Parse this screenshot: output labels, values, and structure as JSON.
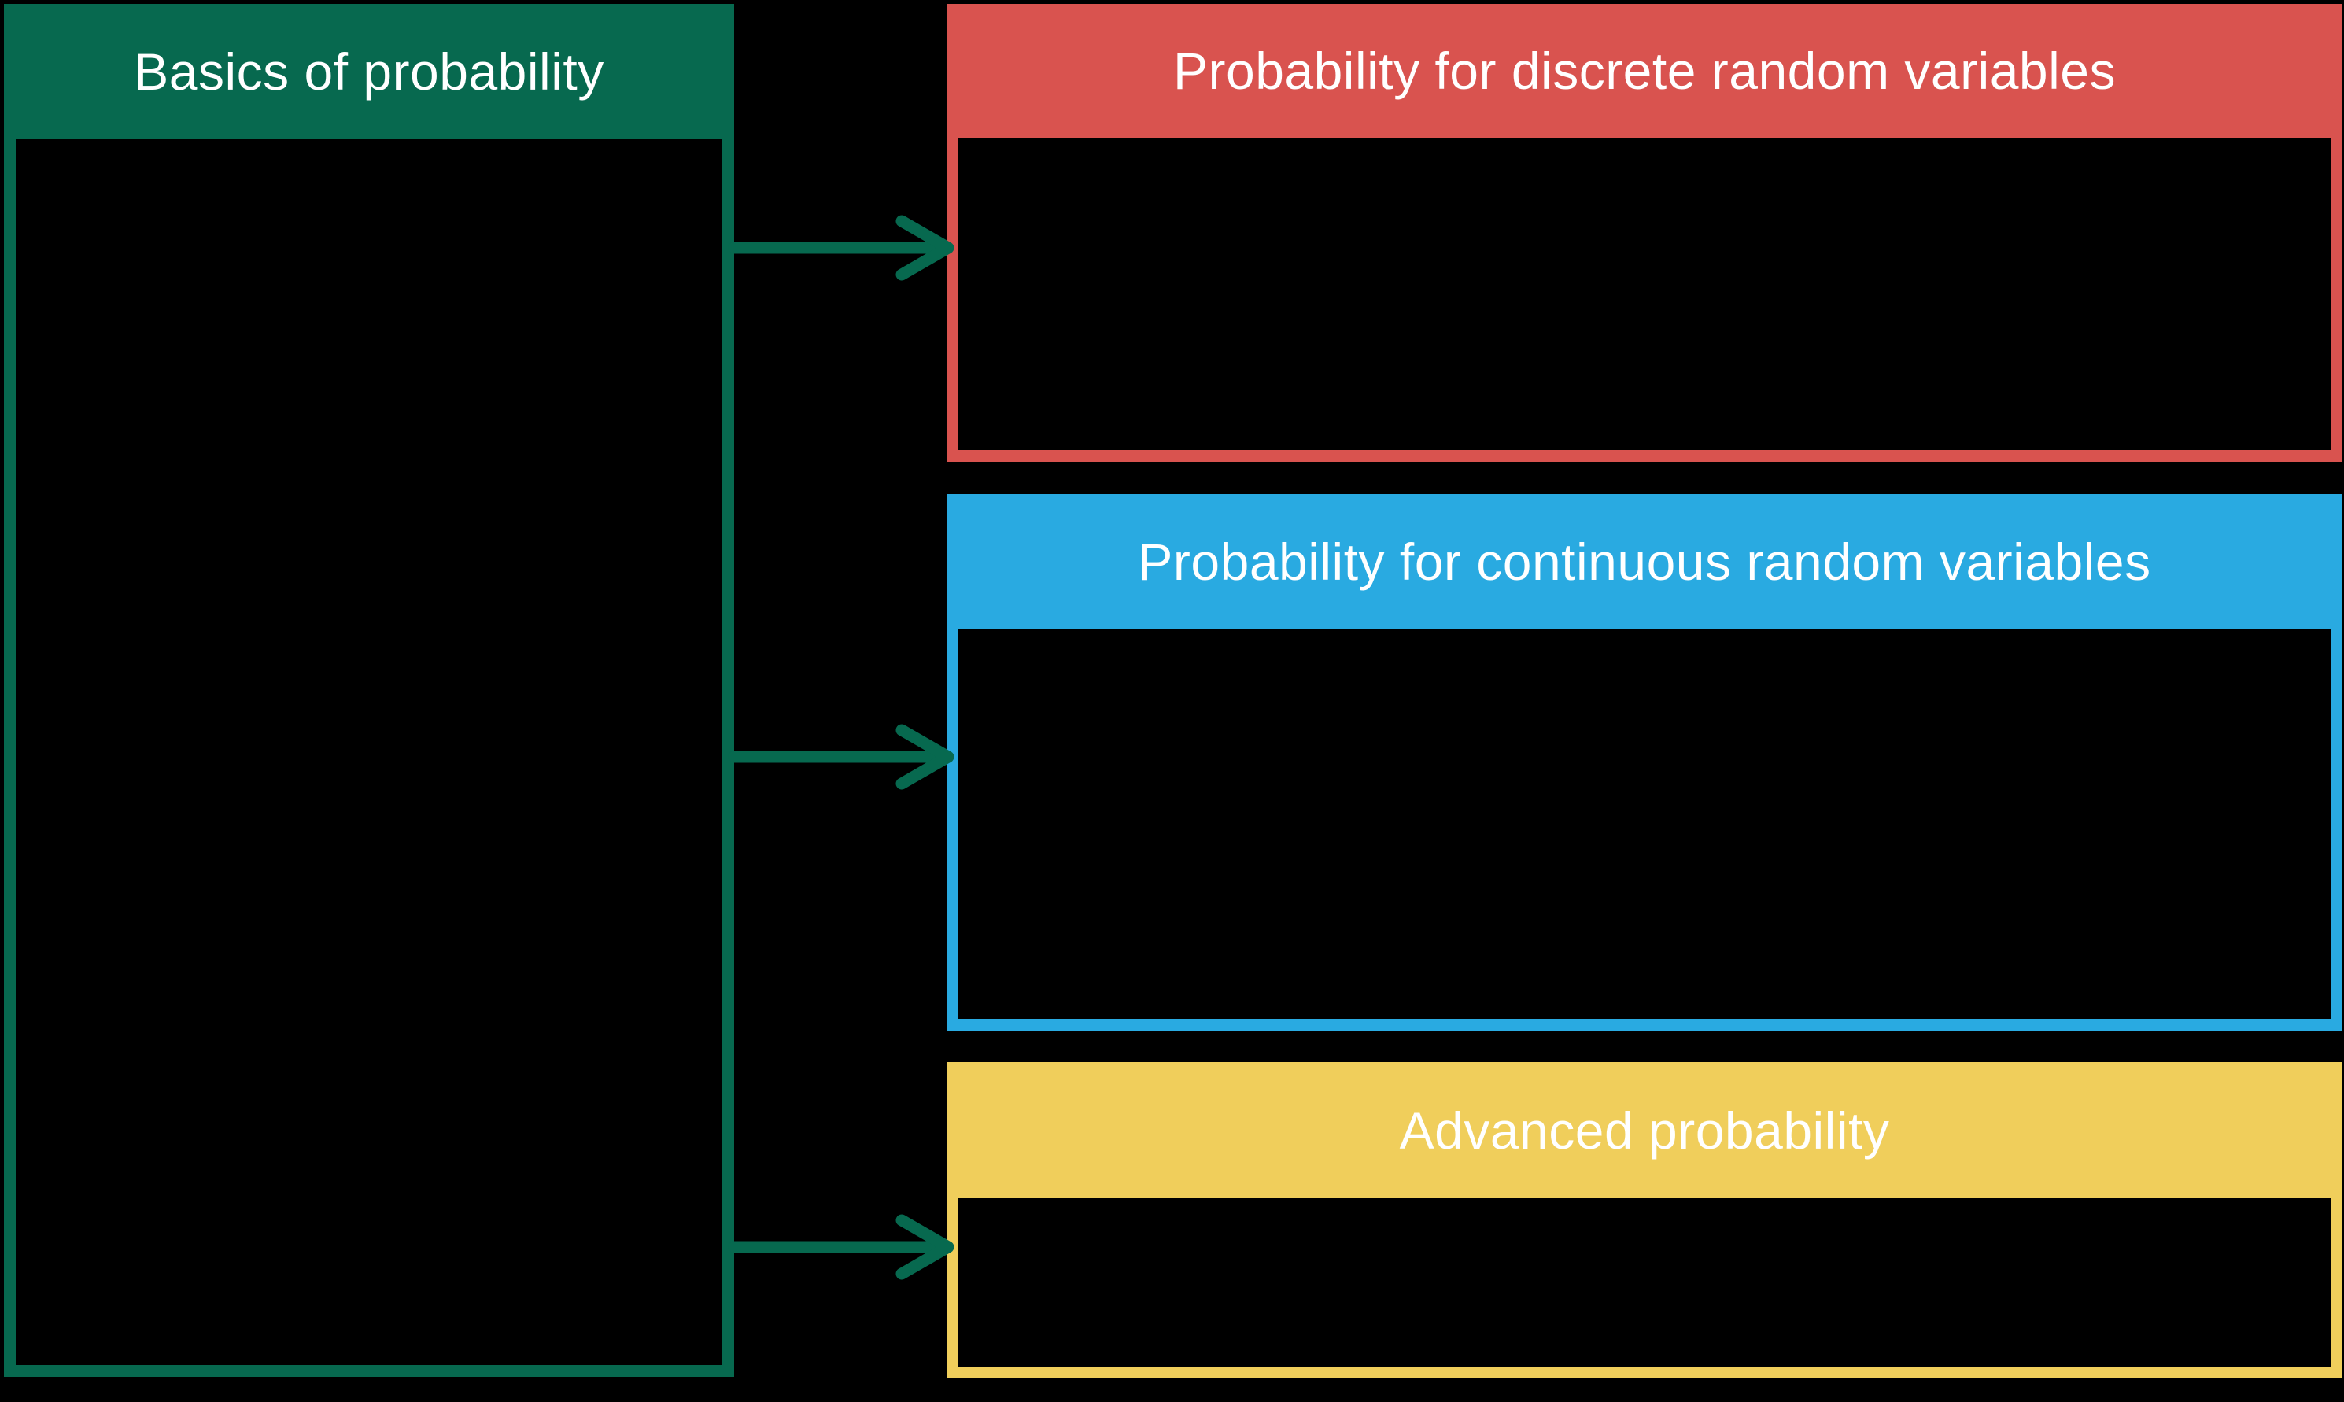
{
  "canvas": {
    "background": "#000000"
  },
  "boxes": [
    {
      "id": "basics",
      "title": "Basics of probability",
      "color": "#07694F",
      "text_color": "#FFFFFF"
    },
    {
      "id": "discrete",
      "title": "Probability for discrete random variables",
      "color": "#D9534F",
      "text_color": "#FFFFFF"
    },
    {
      "id": "continuous",
      "title": "Probability for continuous random variables",
      "color": "#29AAE1",
      "text_color": "#FFFFFF"
    },
    {
      "id": "advanced",
      "title": "Advanced probability",
      "color": "#F0CE5B",
      "text_color": "#FFFFFF"
    }
  ],
  "arrows": {
    "color": "#07694F",
    "description": "three arrows from basics box to each right-hand box"
  }
}
